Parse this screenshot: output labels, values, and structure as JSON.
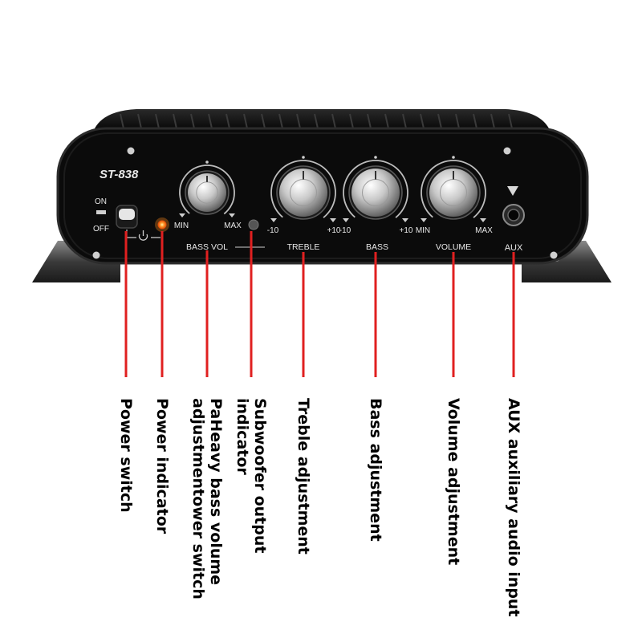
{
  "device": {
    "model": "ST-838",
    "switch_on": "ON",
    "switch_off": "OFF",
    "knobs": [
      {
        "id": "bassvol",
        "left": "MIN",
        "right": "MAX",
        "title": "BASS VOL"
      },
      {
        "id": "treble",
        "left": "-10",
        "right": "+10",
        "title": "TREBLE"
      },
      {
        "id": "bass",
        "left": "-10",
        "right": "+10",
        "title": "BASS"
      },
      {
        "id": "volume",
        "left": "MIN",
        "right": "MAX",
        "title": "VOLUME"
      }
    ],
    "aux_label": "AUX"
  },
  "colors": {
    "callout_line": "#e02020",
    "indicator_led": "#ff8a1a",
    "panel": "#0b0b0b"
  },
  "callouts": [
    {
      "id": "power-switch",
      "lines": [
        "Power switch"
      ]
    },
    {
      "id": "power-indicator",
      "lines": [
        "Power indicator"
      ]
    },
    {
      "id": "bass-volume",
      "lines": [
        "PaHeavy bass volume",
        "adjustmentower switch"
      ]
    },
    {
      "id": "subwoofer-indicator",
      "lines": [
        "Subwoofer output",
        "indicator"
      ]
    },
    {
      "id": "treble-adjustment",
      "lines": [
        "Treble adjustment"
      ]
    },
    {
      "id": "bass-adjustment",
      "lines": [
        "Bass adjustment"
      ]
    },
    {
      "id": "volume-adjustment",
      "lines": [
        "Volume adjustment"
      ]
    },
    {
      "id": "aux-input",
      "lines": [
        "AUX auxiliary audio input"
      ]
    }
  ]
}
